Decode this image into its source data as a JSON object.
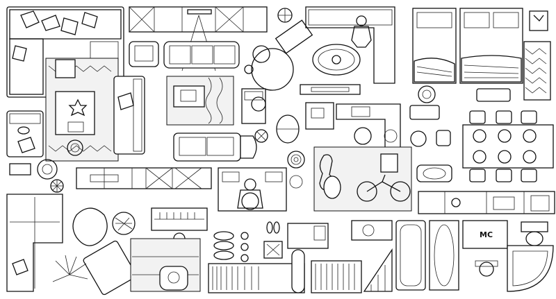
{
  "palette": {
    "stroke": "#111111",
    "background": "#ffffff",
    "rug": "#f2f2f2"
  },
  "labels": {
    "wc_sign": "MC"
  },
  "items": [
    {
      "name": "sectional-sofa-top-left",
      "icon": "sofa-icon"
    },
    {
      "name": "tv-cabinet",
      "icon": "cabinet-icon"
    },
    {
      "name": "dining-table",
      "icon": "table-icon"
    },
    {
      "name": "double-bed",
      "icon": "bed-icon"
    },
    {
      "name": "single-bed",
      "icon": "bed-icon"
    },
    {
      "name": "grand-piano",
      "icon": "piano-icon"
    },
    {
      "name": "bathtub",
      "icon": "bathtub-icon"
    },
    {
      "name": "corner-bath",
      "icon": "bathtub-icon"
    },
    {
      "name": "toilet",
      "icon": "toilet-icon"
    },
    {
      "name": "kitchen-counter",
      "icon": "kitchen-icon"
    }
  ]
}
